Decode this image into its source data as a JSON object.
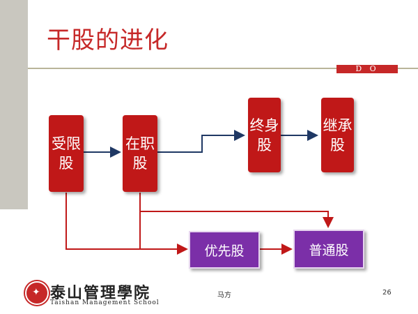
{
  "slide": {
    "title": "干股的进化",
    "tag": "D O",
    "author": "马方",
    "page_number": "26"
  },
  "school": {
    "name_cn": "泰山管理學院",
    "name_en": "Taishan Management School"
  },
  "diagram": {
    "nodes": [
      {
        "id": "restricted",
        "label": "受限股",
        "color": "#c01818"
      },
      {
        "id": "in_office",
        "label": "在职股",
        "color": "#c01818"
      },
      {
        "id": "lifetime",
        "label": "终身股",
        "color": "#c01818"
      },
      {
        "id": "inherited",
        "label": "继承股",
        "color": "#c01818"
      },
      {
        "id": "preferred",
        "label": "优先股",
        "color": "#7b2fa8"
      },
      {
        "id": "common",
        "label": "普通股",
        "color": "#7b2fa8"
      }
    ],
    "edges": [
      {
        "from": "restricted",
        "to": "in_office"
      },
      {
        "from": "in_office",
        "to": "lifetime"
      },
      {
        "from": "lifetime",
        "to": "inherited"
      },
      {
        "from": "restricted",
        "to": "preferred"
      },
      {
        "from": "in_office",
        "to": "common"
      },
      {
        "from": "preferred",
        "to": "common"
      }
    ]
  }
}
